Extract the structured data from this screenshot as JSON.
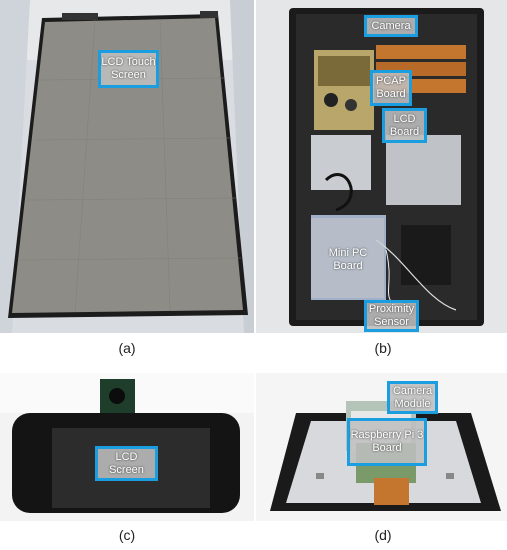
{
  "panels": {
    "a": {
      "caption": "(a)",
      "label": "LCD Touch\nScreen"
    },
    "b": {
      "caption": "(b)",
      "labels": {
        "camera": "Camera",
        "pcap": "PCAP\nBoard",
        "lcd": "LCD\nBoard",
        "minipc": "Mini PC\nBoard",
        "proximity": "Proximity\nSensor"
      }
    },
    "c": {
      "caption": "(c)",
      "label": "LCD\nScreen"
    },
    "d": {
      "caption": "(d)",
      "labels": {
        "camera_module": "Camera\nModule",
        "raspberry": "Raspberry Pi 3\nBoard"
      }
    }
  },
  "colors": {
    "label_border": "#1a9ee0",
    "label_fill": "#bebebe"
  }
}
